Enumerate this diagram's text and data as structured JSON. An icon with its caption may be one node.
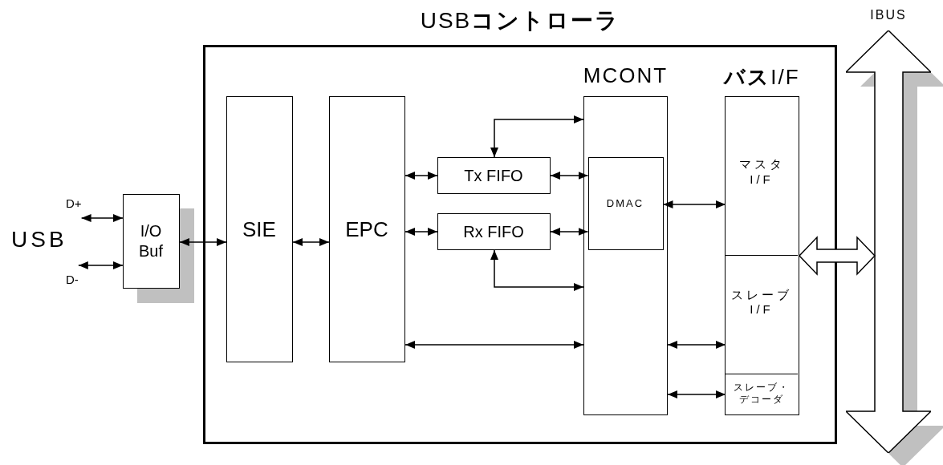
{
  "diagram": {
    "nodes": [
      {
        "text": [
          "USB**コントローラ**"
        ]
      },
      {
        "text": [
          "I/O Buf"
        ]
      },
      {
        "text": [
          "SIE"
        ],
        "in": 0
      },
      {
        "text": [
          "EPC"
        ],
        "in": 0
      },
      {
        "text": [
          "Tx FIFO"
        ],
        "in": 0
      },
      {
        "text": [
          "Rx FIFO"
        ],
        "in": 0
      },
      {
        "text": [
          "MCONT"
        ],
        "in": 0
      },
      {
        "text": [
          "DMAC"
        ],
        "in": 6
      },
      {
        "text": [
          "**バス**I/F"
        ],
        "in": 0
      },
      {
        "text": [
          "マスタ I/F"
        ],
        "in": 8
      },
      {
        "text": [
          "スレーブ I/F"
        ],
        "in": 8
      },
      {
        "text": [
          "スレーブ・デコーダ"
        ],
        "in": 8
      },
      {
        "text": [
          "IBUS"
        ]
      },
      {
        "text": [
          "D+"
        ]
      },
      {
        "text": [
          "D-"
        ]
      }
    ],
    "edges": [
      {
        "from": 13,
        "to": 1,
        "arrow": "both"
      },
      {
        "from": 14,
        "to": 1,
        "arrow": "both"
      },
      {
        "from": 1,
        "to": 2,
        "arrow": "both"
      },
      {
        "from": 2,
        "to": 3,
        "arrow": "both"
      },
      {
        "from": 3,
        "to": 4,
        "arrow": "both"
      },
      {
        "from": 3,
        "to": 5,
        "arrow": "both"
      },
      {
        "from": 4,
        "to": 7,
        "arrow": "both"
      },
      {
        "from": 5,
        "to": 7,
        "arrow": "both"
      },
      {
        "from": 4,
        "to": 6,
        "arrow": "both"
      },
      {
        "from": 5,
        "to": 6,
        "arrow": "both"
      },
      {
        "from": 3,
        "to": 6,
        "arrow": "both"
      },
      {
        "from": 7,
        "to": 9,
        "arrow": "both"
      },
      {
        "from": 6,
        "to": 10,
        "arrow": "both"
      },
      {
        "from": 6,
        "to": 11,
        "arrow": "both"
      },
      {
        "from": 8,
        "to": 12,
        "arrow": "both",
        "style": "thick"
      }
    ],
    "labels": [
      "USB"
    ]
  }
}
